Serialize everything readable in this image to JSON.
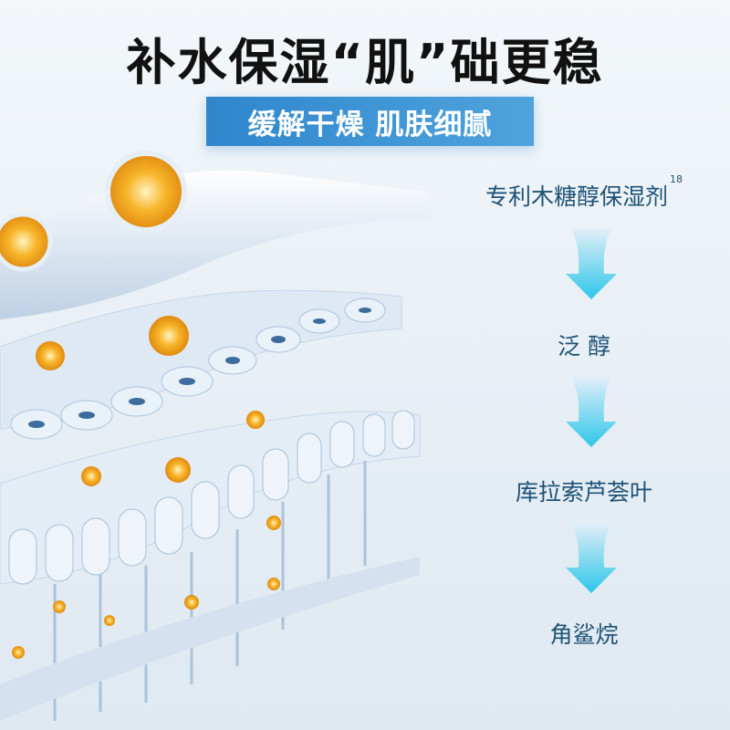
{
  "title": "补水保湿“肌”础更稳",
  "banner": "缓解干燥 肌肤细腻",
  "steps": [
    {
      "label": "专利木糖醇保湿剂",
      "footnote": "18"
    },
    {
      "label": "泛 醇"
    },
    {
      "label": "库拉索芦荟叶"
    },
    {
      "label": "角鲨烷"
    }
  ],
  "colors": {
    "banner": "#3a90d2",
    "step_text": "#1d5276",
    "arrow_top": "#d6e8f5",
    "arrow_bottom": "#2ec6ea"
  }
}
